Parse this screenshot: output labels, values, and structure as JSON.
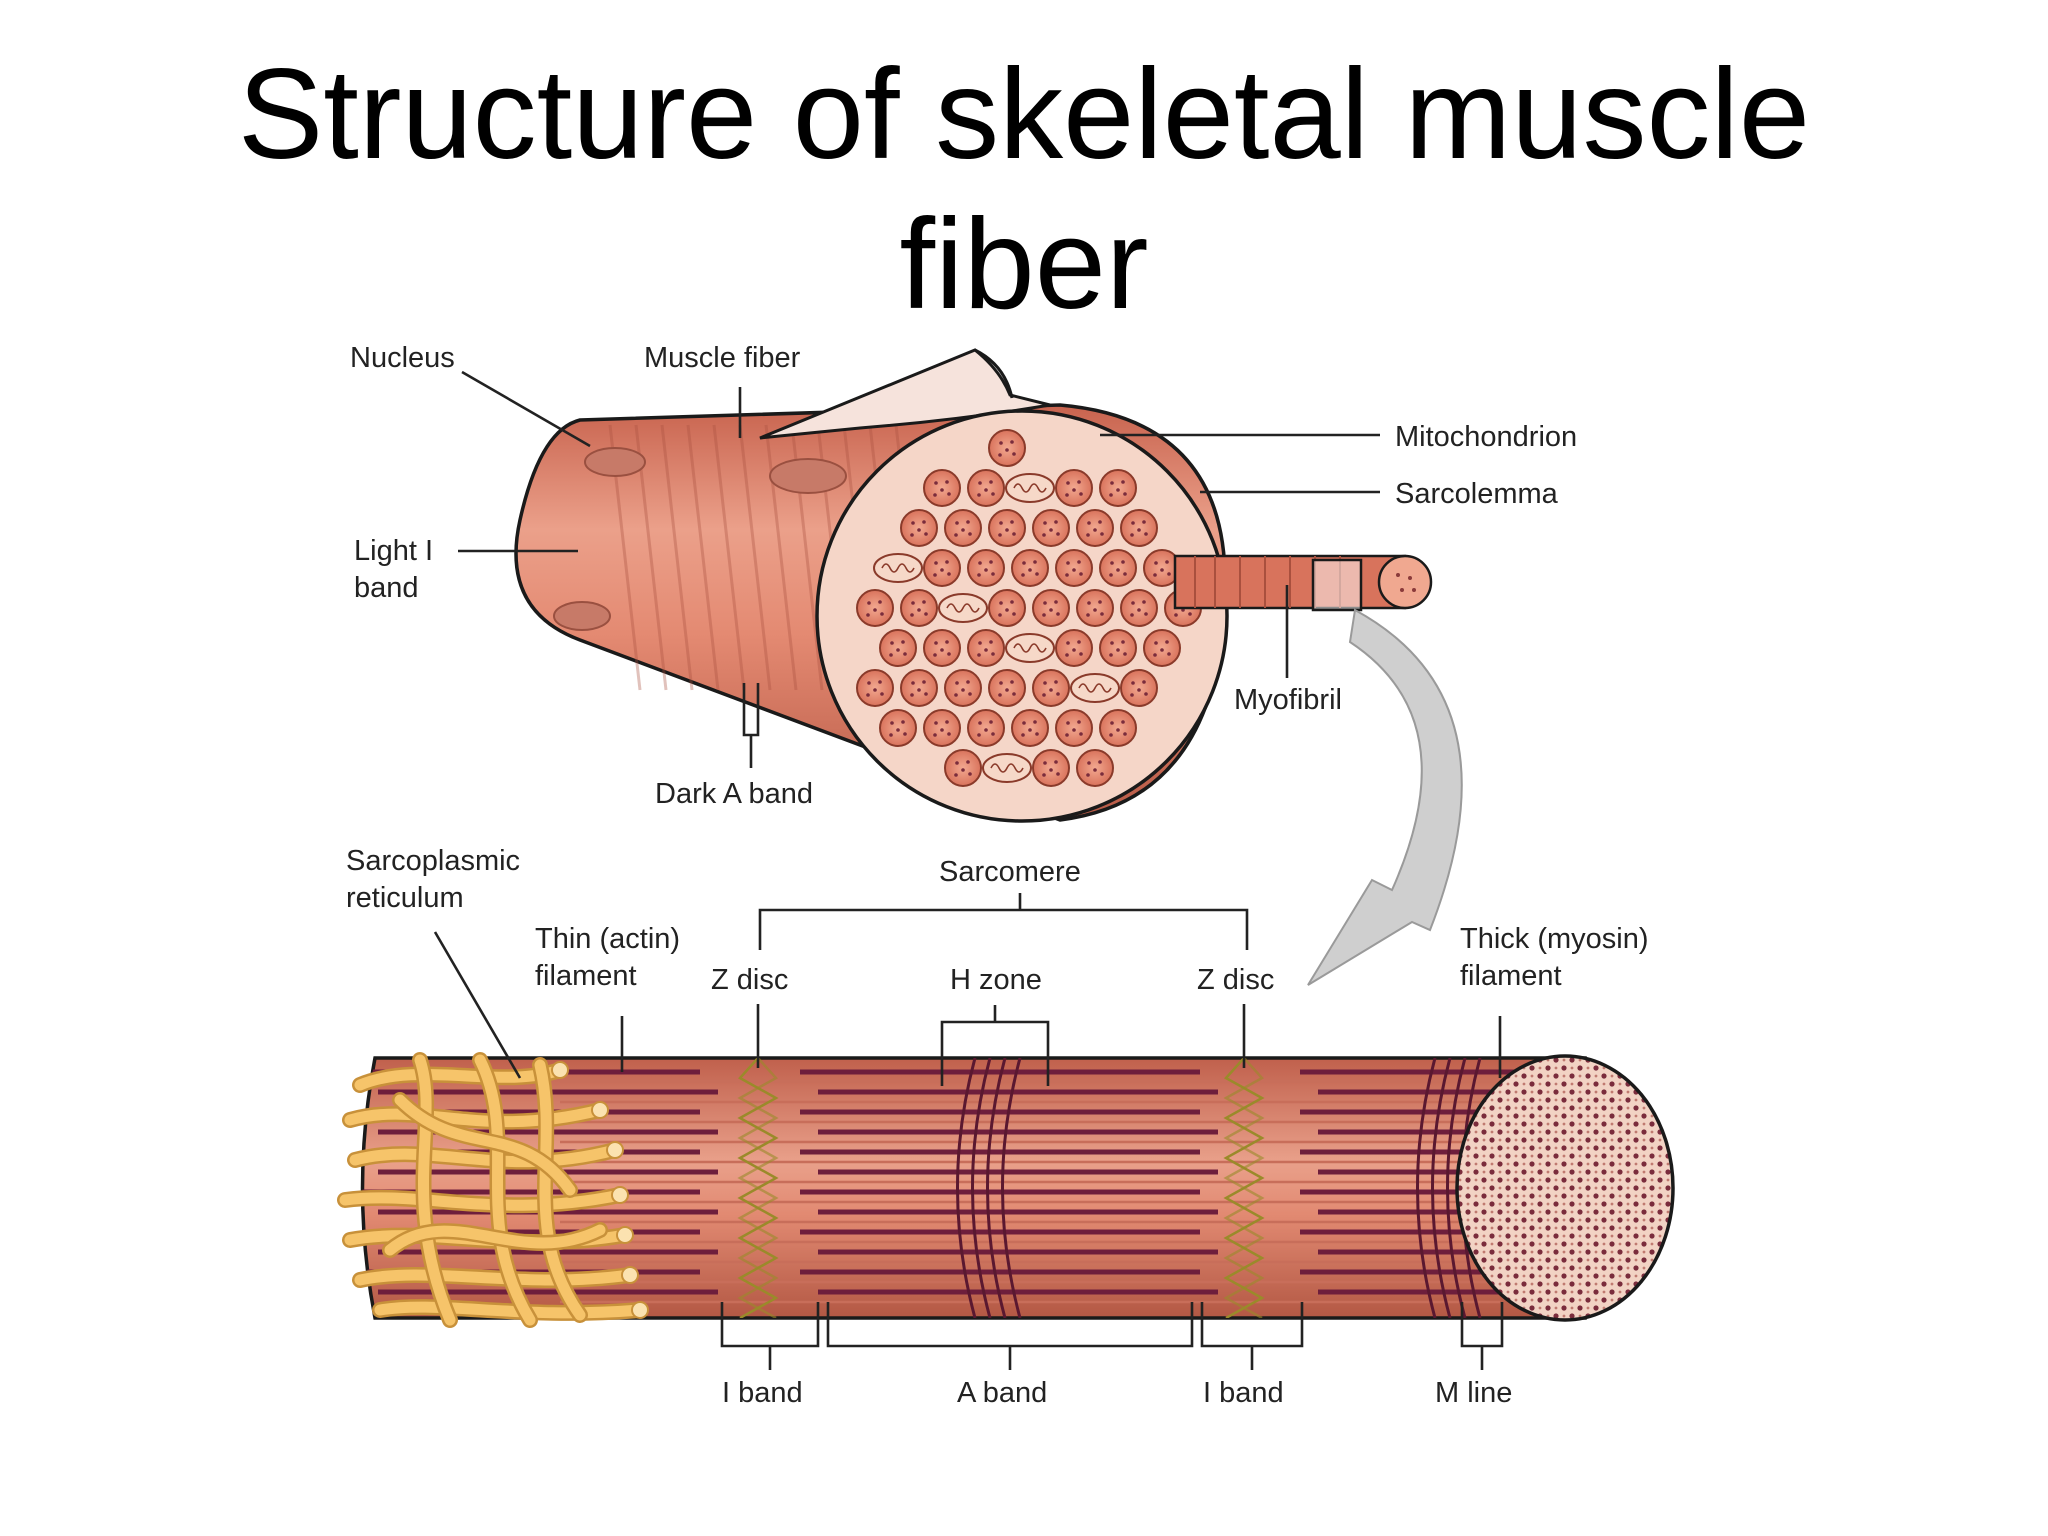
{
  "title": {
    "line1": "Structure of skeletal muscle",
    "line2": "fiber"
  },
  "labels": {
    "nucleus": "Nucleus",
    "muscle_fiber": "Muscle fiber",
    "mitochondrion": "Mitochondrion",
    "sarcolemma": "Sarcolemma",
    "light_i_band_1": "Light I",
    "light_i_band_2": "band",
    "myofibril": "Myofibril",
    "dark_a_band": "Dark A band",
    "sarcoplasmic_reticulum_1": "Sarcoplasmic",
    "sarcoplasmic_reticulum_2": "reticulum",
    "sarcomere": "Sarcomere",
    "thin_filament_1": "Thin (actin)",
    "thin_filament_2": "filament",
    "z_disc_left": "Z disc",
    "h_zone": "H zone",
    "z_disc_right": "Z disc",
    "thick_filament_1": "Thick (myosin)",
    "thick_filament_2": "filament",
    "i_band_left": "I band",
    "a_band": "A band",
    "i_band_right": "I band",
    "m_line": "M line"
  },
  "colors": {
    "muscle_fill": "#e1846e",
    "muscle_light": "#f0b4a0",
    "muscle_dark": "#b65a47",
    "myosin": "#6e1e3c",
    "actin": "#c86e5a",
    "z_line": "#9a8a2a",
    "reticulum": "#f6c46a",
    "reticulum_edge": "#c8913a",
    "arrow": "#c8c8c8",
    "outline": "#1a1a1a"
  }
}
